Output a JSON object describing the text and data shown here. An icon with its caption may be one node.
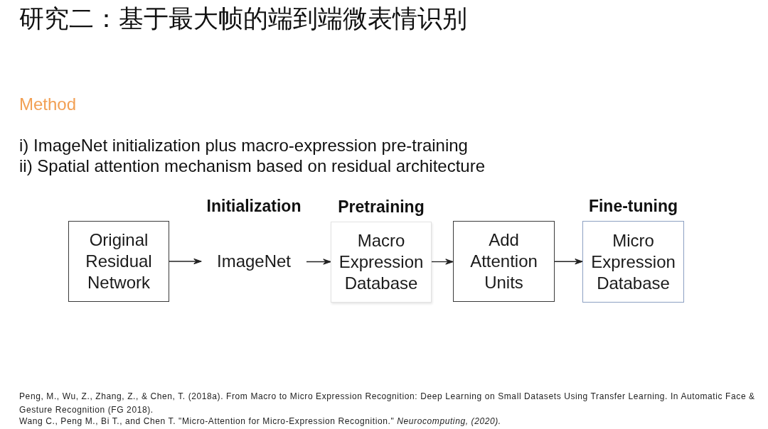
{
  "diagram": {
    "title": "研究二：基于最大帧的端到端微表情识别",
    "nodes": [
      {
        "text": [
          "Original Residual Network"
        ]
      },
      {
        "text": [
          "Initialization",
          "ImageNet"
        ]
      },
      {
        "text": [
          "Pretraining",
          "Macro Expression Database"
        ]
      },
      {
        "text": [
          "Add Attention Units"
        ]
      },
      {
        "text": [
          "Fine-tuning",
          "Micro Expression Database"
        ]
      }
    ],
    "edges": [
      {
        "from": 0,
        "to": 1,
        "arrow": "to"
      },
      {
        "from": 1,
        "to": 2,
        "arrow": "to"
      },
      {
        "from": 2,
        "to": 3,
        "arrow": "to"
      },
      {
        "from": 3,
        "to": 4,
        "arrow": "to"
      }
    ],
    "labels": [
      "Method",
      "i) ImageNet initialization plus macro-expression pre-training",
      "ii) Spatial attention mechanism based on residual architecture",
      "Peng, M., Wu, Z., Zhang, Z., & Chen, T. (2018a). From Macro to Micro Expression Recognition: Deep Learning on Small Datasets Using Transfer Learning. In Automatic Face & Gesture Recognition (FG 2018).",
      "Wang C., Peng M., Bi T., and Chen T. \"Micro-Attention for Micro-Expression Recognition.\" *Neurocomputing, (2020).*"
    ]
  }
}
